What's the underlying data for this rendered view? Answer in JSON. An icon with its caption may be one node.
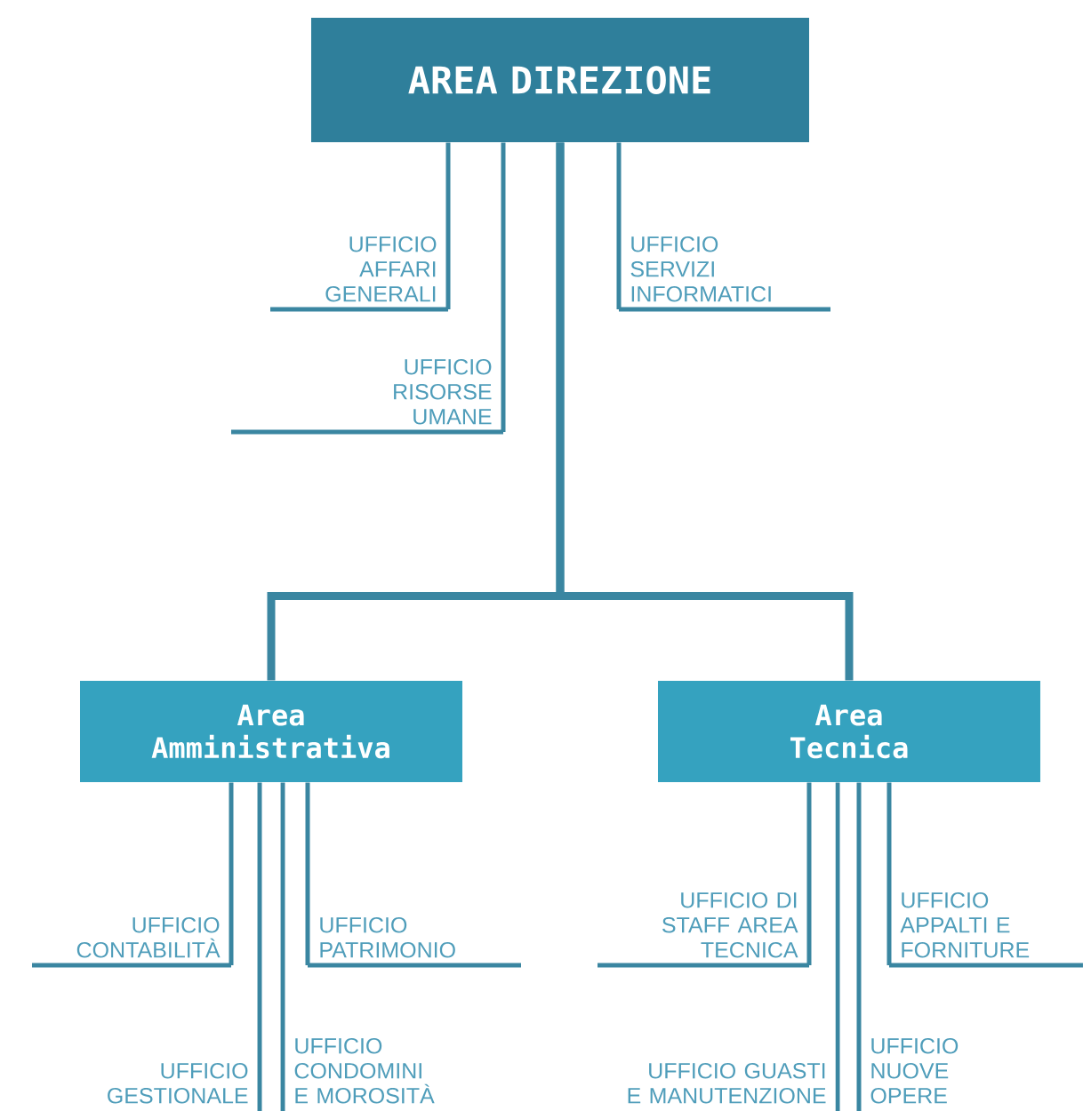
{
  "diagram": {
    "nodes": [
      {
        "text": [
          "AREA DIREZIONE"
        ]
      },
      {
        "text": [
          "UFFICIO AFFARI GENERALI"
        ]
      },
      {
        "text": [
          "UFFICIO SERVIZI INFORMATICI"
        ]
      },
      {
        "text": [
          "UFFICIO RISORSE UMANE"
        ]
      },
      {
        "text": [
          "Area Amministrativa"
        ]
      },
      {
        "text": [
          "Area Tecnica"
        ]
      },
      {
        "text": [
          "UFFICIO CONTABILITÀ"
        ]
      },
      {
        "text": [
          "UFFICIO PATRIMONIO"
        ]
      },
      {
        "text": [
          "UFFICIO DI STAFF AREA TECNICA"
        ]
      },
      {
        "text": [
          "UFFICIO APPALTI E FORNITURE"
        ]
      },
      {
        "text": [
          "UFFICIO GESTIONALE"
        ]
      },
      {
        "text": [
          "UFFICIO CONDOMINI E MOROSITÀ"
        ]
      },
      {
        "text": [
          "UFFICIO GUASTI E MANUTENZIONE"
        ]
      },
      {
        "text": [
          "UFFICIO NUOVE OPERE"
        ]
      }
    ],
    "edges": [
      {
        "from": 0,
        "to": 1,
        "arrow": "none"
      },
      {
        "from": 0,
        "to": 3,
        "arrow": "none"
      },
      {
        "from": 0,
        "to": 2,
        "arrow": "none"
      },
      {
        "from": 0,
        "to": 4,
        "arrow": "none",
        "style": "thick"
      },
      {
        "from": 0,
        "to": 5,
        "arrow": "none",
        "style": "thick"
      },
      {
        "from": 4,
        "to": 6,
        "arrow": "none"
      },
      {
        "from": 4,
        "to": 10,
        "arrow": "none"
      },
      {
        "from": 4,
        "to": 11,
        "arrow": "none"
      },
      {
        "from": 4,
        "to": 7,
        "arrow": "none"
      },
      {
        "from": 5,
        "to": 8,
        "arrow": "none"
      },
      {
        "from": 5,
        "to": 12,
        "arrow": "none"
      },
      {
        "from": 5,
        "to": 13,
        "arrow": "none"
      },
      {
        "from": 5,
        "to": 9,
        "arrow": "none"
      }
    ]
  }
}
